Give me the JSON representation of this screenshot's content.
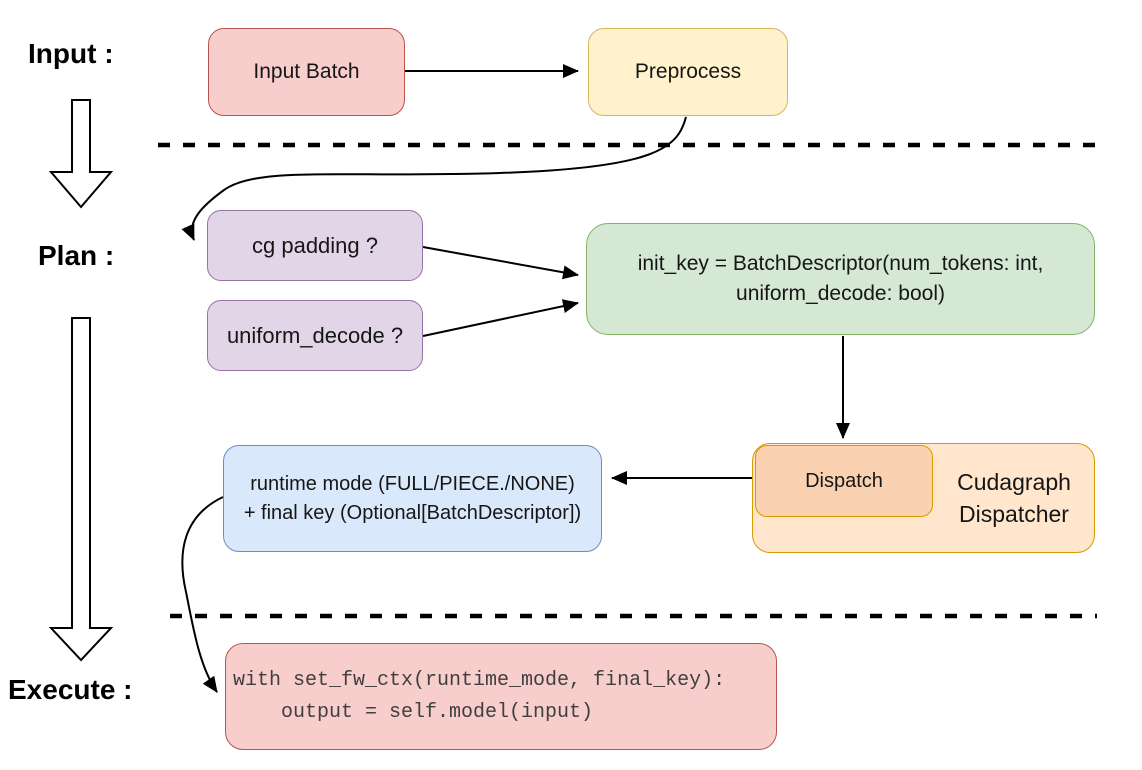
{
  "diagram": {
    "stage_labels": {
      "input": "Input :",
      "plan": "Plan :",
      "execute": "Execute :"
    },
    "nodes": {
      "input_batch": {
        "label": "Input Batch"
      },
      "preprocess": {
        "label": "Preprocess"
      },
      "cg_padding": {
        "label": "cg padding ?"
      },
      "uniform_decode": {
        "label": "uniform_decode ?"
      },
      "init_key": {
        "lines": [
          "init_key = BatchDescriptor(num_tokens: int,",
          "uniform_decode: bool)"
        ]
      },
      "dispatch": {
        "label": "Dispatch"
      },
      "cudagraph_dispatcher": {
        "lines": [
          "Cudagraph",
          "Dispatcher"
        ]
      },
      "runtime_result": {
        "lines": [
          "runtime mode (FULL/PIECE./NONE)",
          "+ final key (Optional[BatchDescriptor])"
        ]
      },
      "execute_code": {
        "lines": [
          "with set_fw_ctx(runtime_mode, final_key):",
          "    output = self.model(input)"
        ]
      }
    },
    "colors": {
      "red_fill": "#F8CECC",
      "red_stroke": "#B85450",
      "yellow_fill": "#FFF2CC",
      "yellow_stroke": "#D6B656",
      "purple_fill": "#E1D5E7",
      "purple_stroke": "#9673A6",
      "green_fill": "#D5E8D4",
      "green_stroke": "#82B366",
      "orange_fill": "#FFE6CC",
      "orange_inner_fill": "#FBD2B1",
      "orange_stroke": "#D79B00",
      "blue_fill": "#DAE8FC",
      "blue_stroke": "#6C8EBF",
      "connector": "#000000"
    }
  }
}
